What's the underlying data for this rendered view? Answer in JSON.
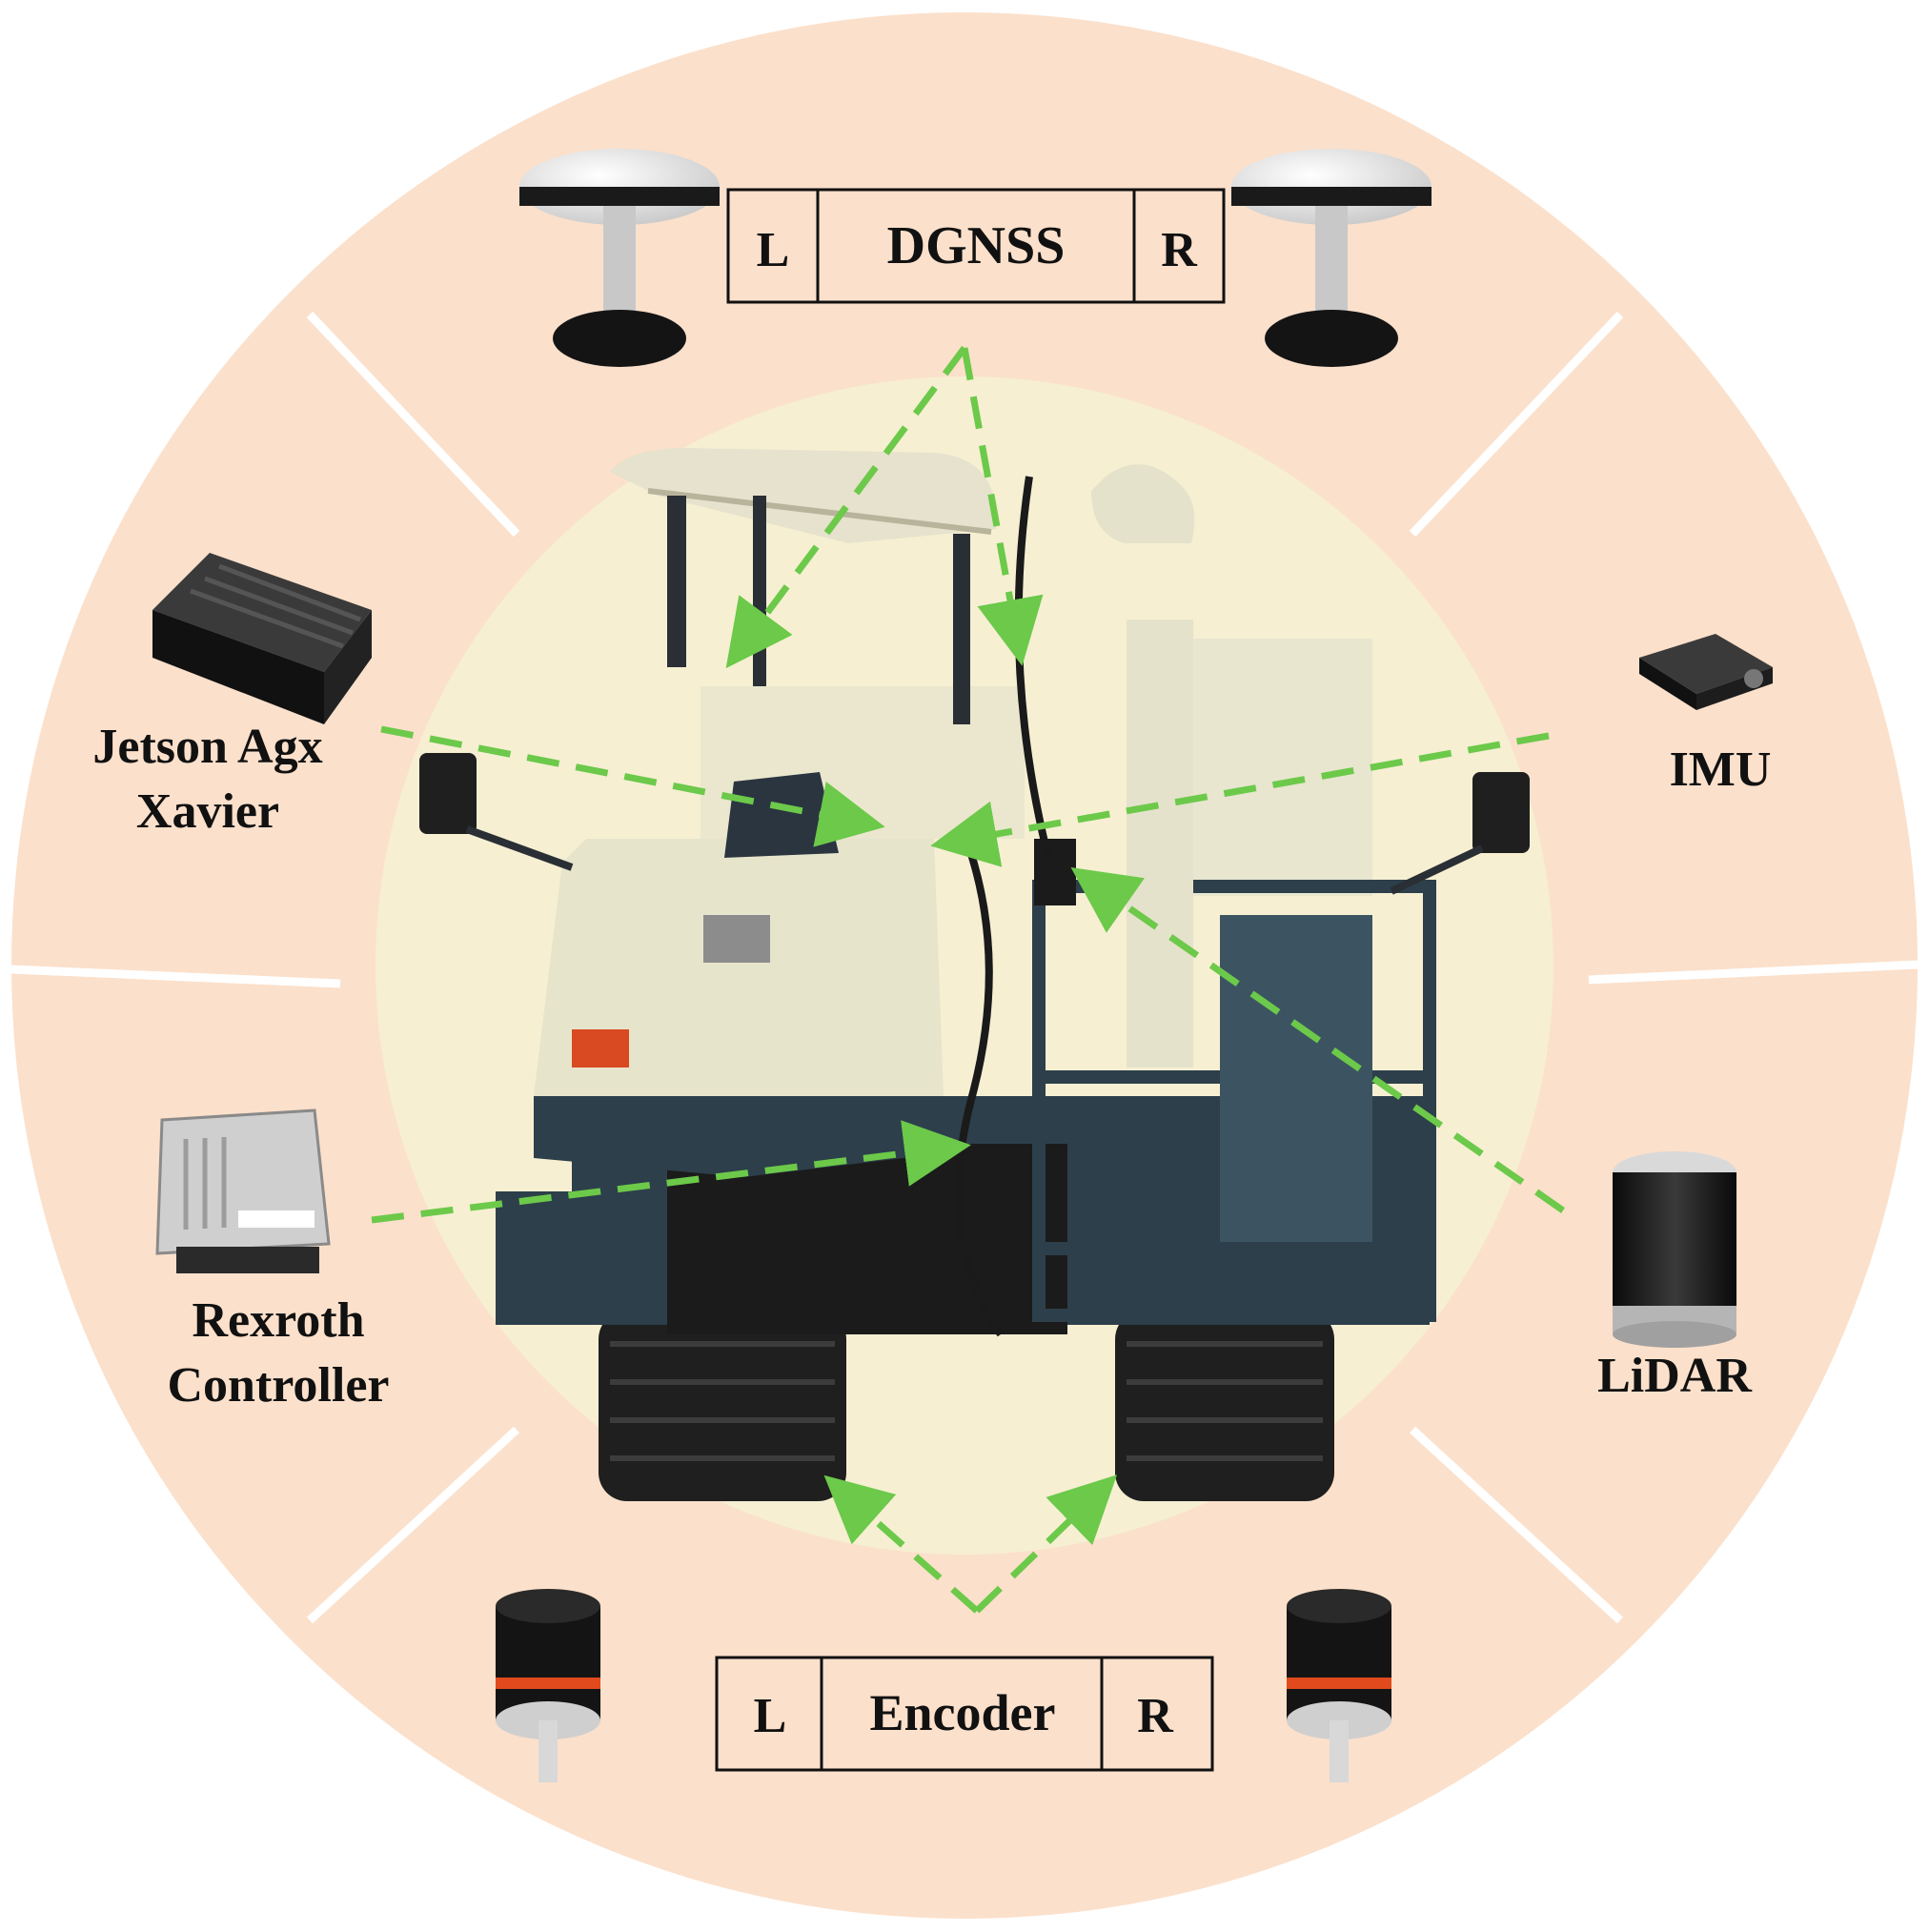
{
  "colors": {
    "outer_ring": "#fbe0cb",
    "inner_disc": "#f6efd2",
    "divider": "#ffffff",
    "arrow": "#6cc94a",
    "box_stroke": "#111111",
    "text": "#111111"
  },
  "dgnss": {
    "left": "L",
    "center": "DGNSS",
    "right": "R"
  },
  "encoder": {
    "left": "L",
    "center": "Encoder",
    "right": "R"
  },
  "labels": {
    "jetson_line1": "Jetson Agx",
    "jetson_line2": "Xavier",
    "rexroth_line1": "Rexroth",
    "rexroth_line2": "Controller",
    "imu": "IMU",
    "lidar": "LiDAR"
  },
  "icons": {
    "vehicle": "crawler-harvester-photo",
    "dgnss_left": "gnss-antenna-icon",
    "dgnss_right": "gnss-antenna-icon",
    "jetson": "jetson-module-icon",
    "rexroth": "ecu-controller-icon",
    "imu": "imu-sensor-icon",
    "lidar": "lidar-sensor-icon",
    "encoder_left": "rotary-encoder-icon",
    "encoder_right": "rotary-encoder-icon"
  }
}
